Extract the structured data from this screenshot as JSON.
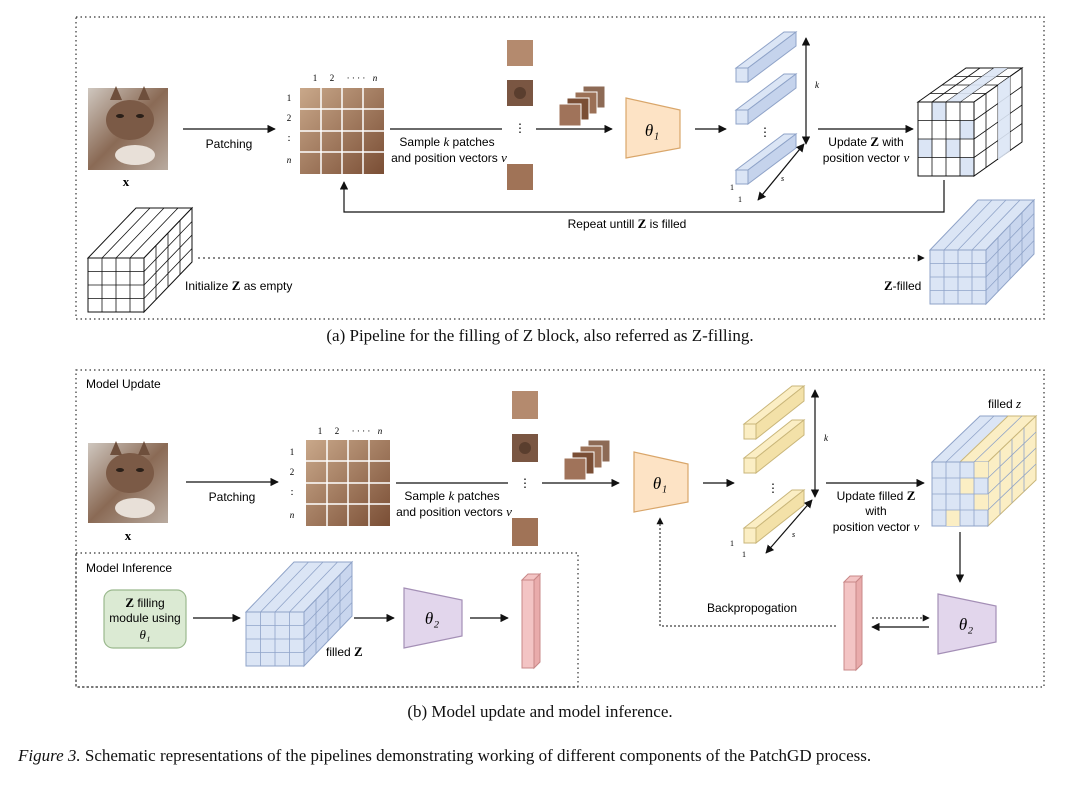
{
  "panel_a": {
    "x_label": "x",
    "patching": "Patching",
    "grid_cols": [
      "1",
      "2",
      "· · · ·",
      "n"
    ],
    "grid_rows": [
      "1",
      "2",
      ":",
      "n"
    ],
    "sample_line1_pre": "Sample ",
    "sample_k": "k",
    "sample_line1_post": " patches",
    "sample_line2": "and position vectors ",
    "sample_v": "v",
    "theta1": "θ₁",
    "k_axis": "k",
    "s_axis": "s",
    "one_a": "1",
    "one_b": "1",
    "update_pre": "Update ",
    "update_Z": "Z",
    "update_post": " with",
    "update_line2": "position vector ",
    "update_v": "v",
    "repeat_pre": "Repeat untill ",
    "repeat_Z": "Z",
    "repeat_post": " is filled",
    "init_pre": "Initialize ",
    "init_Z": "Z",
    "init_post": " as empty",
    "zfilled_Z": "Z",
    "zfilled_post": "-filled",
    "caption": "(a) Pipeline for the filling of Z block, also referred as Z-filling."
  },
  "panel_b": {
    "model_update": "Model Update",
    "model_inference": "Model Inference",
    "x_label": "x",
    "patching": "Patching",
    "grid_cols": [
      "1",
      "2",
      "· · · ·",
      "n"
    ],
    "grid_rows": [
      "1",
      "2",
      ":",
      "n"
    ],
    "sample_line1_pre": "Sample ",
    "sample_k": "k",
    "sample_line1_post": " patches",
    "sample_line2": "and position vectors ",
    "sample_v": "v",
    "theta1": "θ₁",
    "theta2_inf": "θ₂",
    "theta2_upd": "θ₂",
    "k_axis": "k",
    "s_axis": "s",
    "one_a": "1",
    "one_b": "1",
    "filled_z_pre": "filled ",
    "filled_z_var": "z",
    "update_line1_pre": "Update filled ",
    "update_line1_Z": "Z",
    "update_line2": "with",
    "update_line3": "position vector ",
    "update_v": "v",
    "backprop": "Backpropogation",
    "zmodule_line1_Z": "Z",
    "zmodule_line1_post": " filling",
    "zmodule_line2": "module using",
    "zmodule_theta": "θ₁",
    "filledZ_pre": "filled ",
    "filledZ_Z": "Z",
    "caption": "(b) Model update and model inference."
  },
  "figure_caption": {
    "label": "Figure 3.",
    "text": " Schematic representations of the pipelines demonstrating working of different components of the PatchGD process."
  },
  "colors": {
    "blue_face": "#dbe5f5",
    "blue_stroke": "#8fa3c8",
    "orange_theta": "#fde3c5",
    "orange_stroke": "#d9a66a",
    "yellow_face": "#fbeec4",
    "yellow_stroke": "#c9b67a",
    "purple_theta": "#e2d6ec",
    "purple_stroke": "#a48fb6",
    "pink_bar": "#f3c4c4",
    "pink_stroke": "#c88888",
    "green_box": "#dbead3",
    "green_stroke": "#9bb98e"
  }
}
